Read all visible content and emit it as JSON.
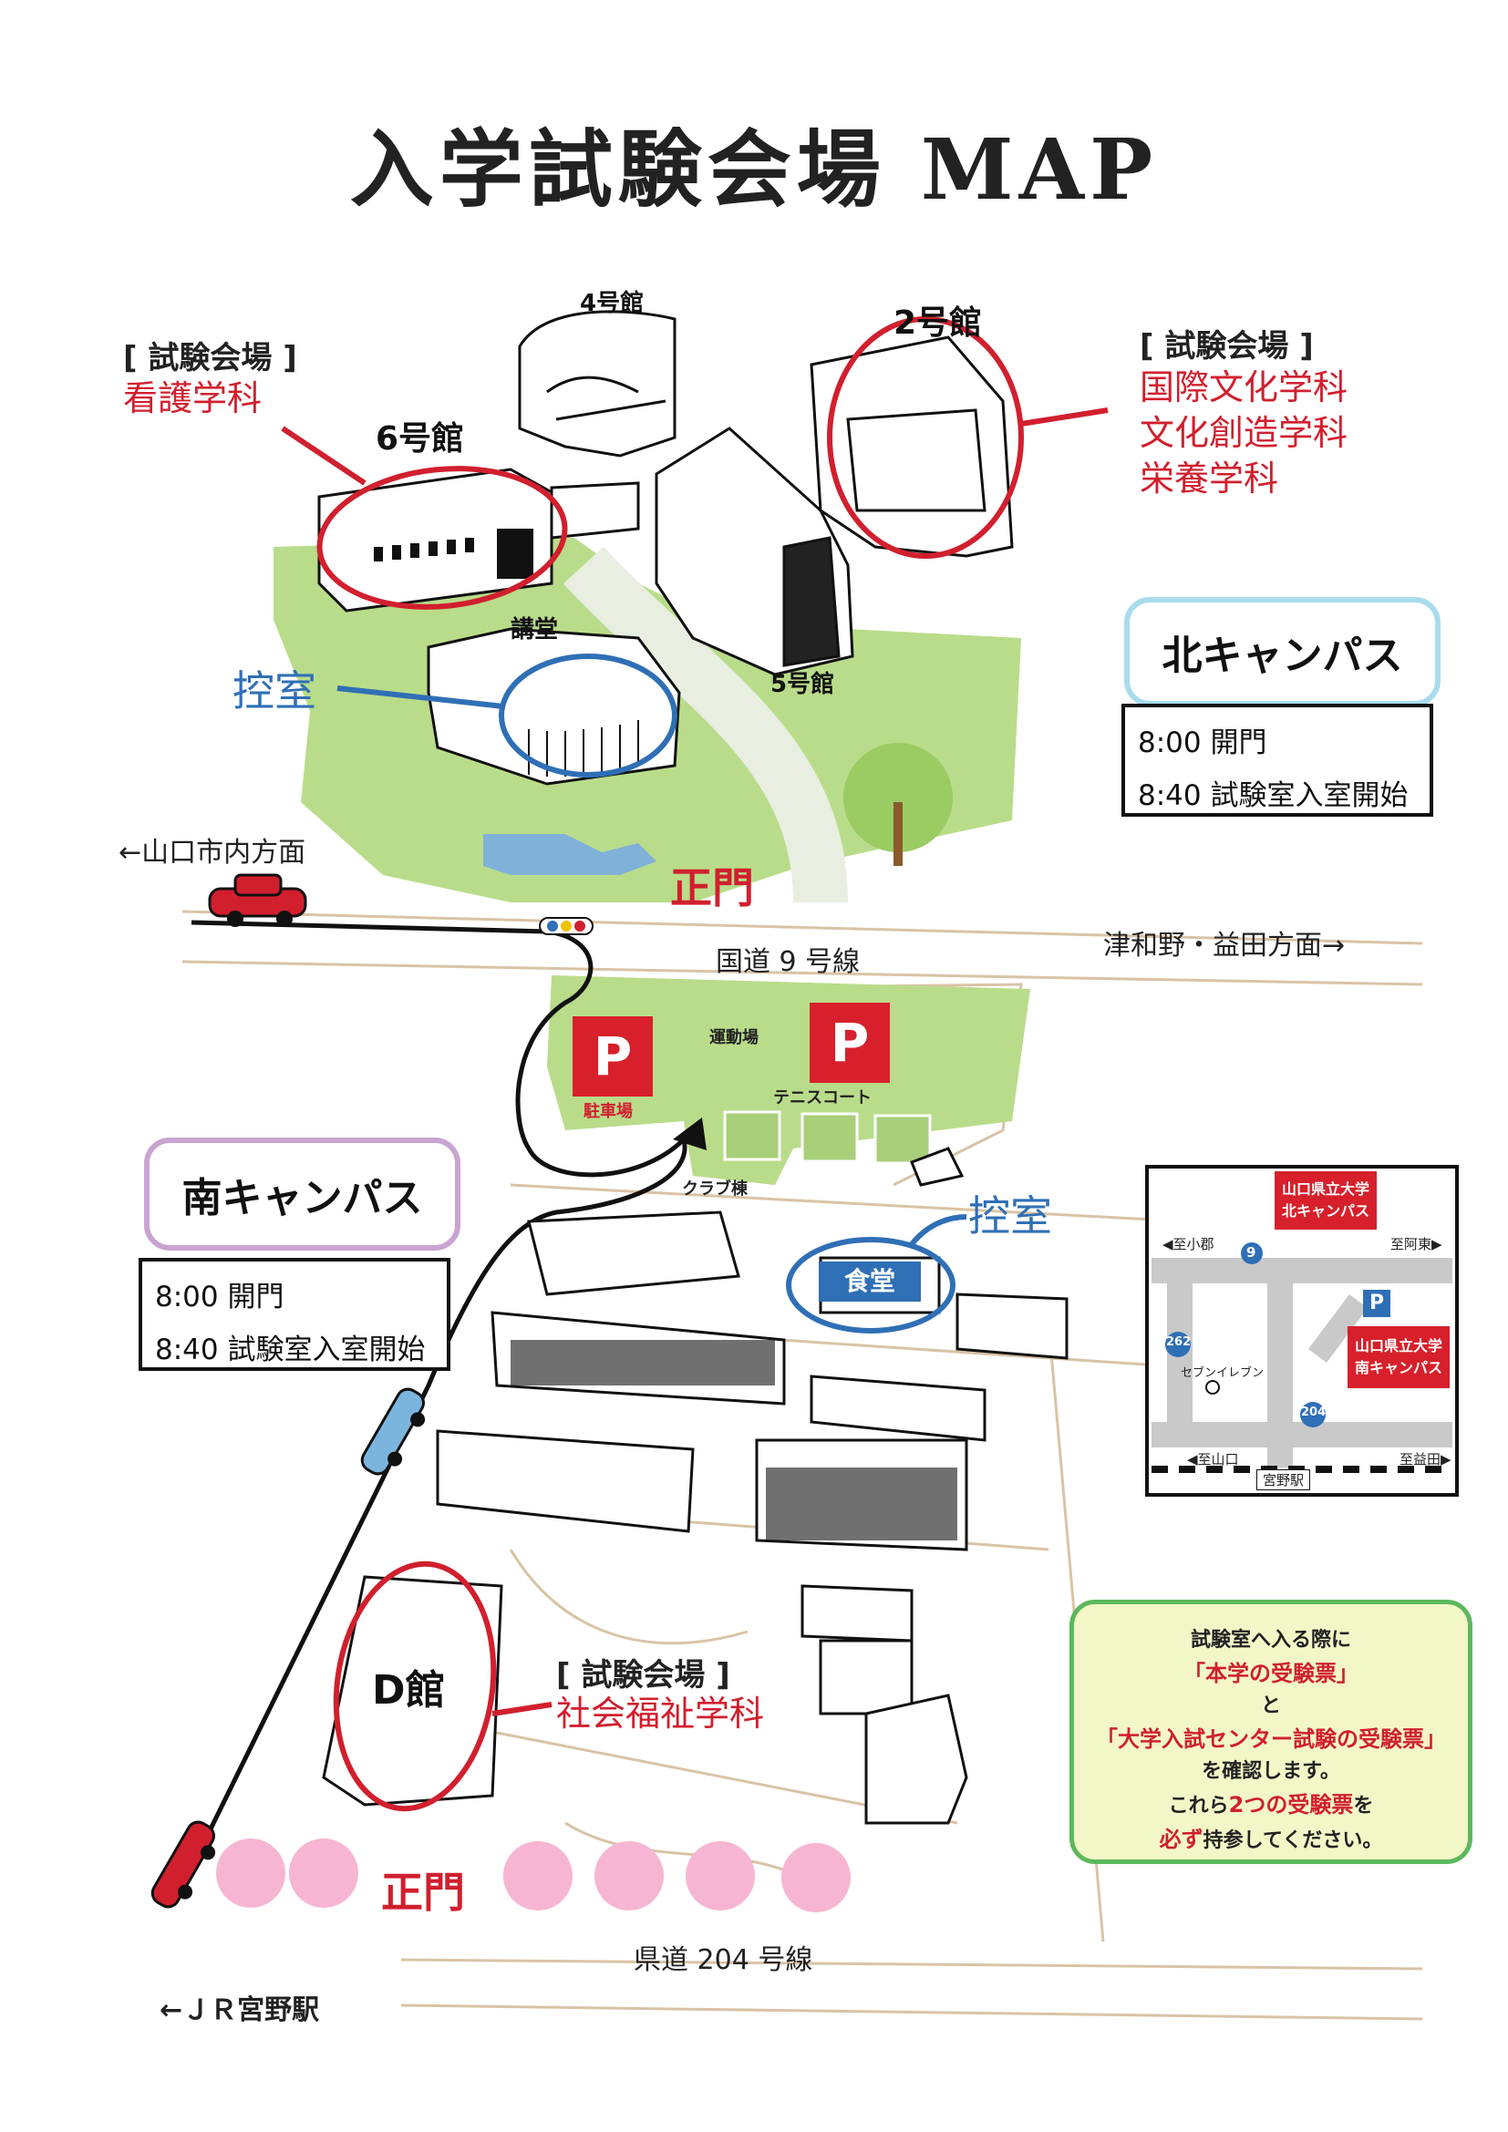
{
  "title": "入学試験会場 MAP",
  "north": {
    "venue_label": "[ 試験会場 ]",
    "venue_dept": "看護学科",
    "venue2_label": "[ 試験会場 ]",
    "venue2_depts": [
      "国際文化学科",
      "文化創造学科",
      "栄養学科"
    ],
    "building_6": "6号館",
    "building_4": "4号館",
    "building_2": "2号館",
    "building_5": "5号館",
    "hall": "講堂",
    "waiting_room": "控室",
    "campus_name": "北キャンパス",
    "times": [
      "8:00 開門",
      "8:40 試験室入室開始"
    ],
    "main_gate": "正門"
  },
  "roads": {
    "to_city": "←山口市内方面",
    "to_tsuwano": "津和野・益田方面→",
    "route9": "国道 9 号線",
    "route204": "県道 204 号線",
    "to_station": "←ＪＲ宮野駅"
  },
  "south": {
    "parking_symbol": "P",
    "parking_label": "駐車場",
    "ground": "運動場",
    "tennis": "テニスコート",
    "club": "クラブ棟",
    "waiting_room": "控室",
    "cafeteria": "食堂",
    "campus_name": "南キャンパス",
    "times": [
      "8:00 開門",
      "8:40 試験室入室開始"
    ],
    "d_building": "D館",
    "venue_label": "[ 試験会場 ]",
    "venue_dept": "社会福祉学科",
    "main_gate": "正門"
  },
  "inset": {
    "north_campus": "山口県立大学 北キャンパス",
    "south_campus": "山口県立大学 南キャンパス",
    "parking": "P",
    "to_kogori": "◀至小郡",
    "to_abuto": "至阿東▶",
    "to_yamaguchi": "◀至山口",
    "to_masuda": "至益田▶",
    "route9": "9",
    "route262": "262",
    "route204": "204",
    "seven_eleven": "セブンイレブン",
    "station": "宮野駅"
  },
  "notice": {
    "line1": "試験室へ入る際に",
    "ticket1": "「本学の受験票」",
    "and": "と",
    "ticket2": "「大学入試センター試験の受験票」",
    "confirm": "を確認します。",
    "bring_a": "これら",
    "bring_num": "2つの受験票",
    "bring_b": "を",
    "must": "必ず",
    "bring_c": "持参してください。"
  },
  "colors": {
    "accent_red": "#d11f2e",
    "accent_blue": "#2f6fb6",
    "lawn": "#b9dc8a",
    "pink": "#f6b6d3"
  }
}
